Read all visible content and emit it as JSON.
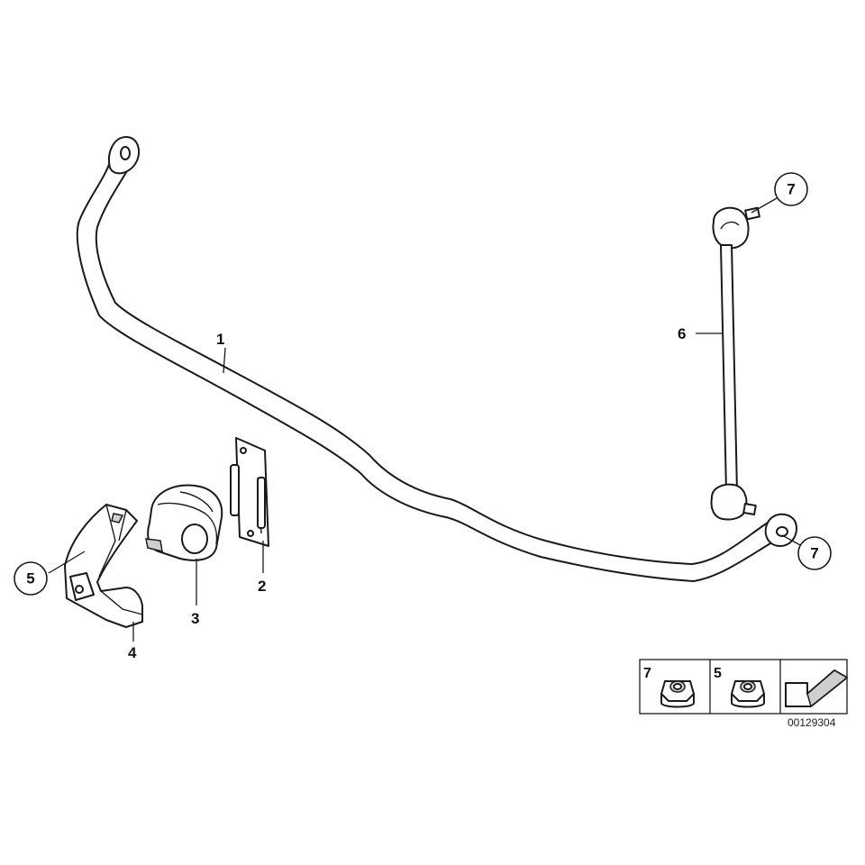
{
  "diagram": {
    "callouts": {
      "bar": "1",
      "shim": "2",
      "bushing": "3",
      "bracket": "4",
      "bracket_nut": "5",
      "link": "6",
      "link_top_nut": "7",
      "link_bottom_nut": "7"
    },
    "legend": {
      "items": [
        {
          "number": "7",
          "icon": "collar-nut-icon"
        },
        {
          "number": "5",
          "icon": "collar-nut-icon"
        }
      ],
      "direction_icon": "arrow-left-down-icon"
    },
    "diagram_id": "00129304",
    "colors": {
      "line": "#1a1a1a",
      "fill": "#ffffff",
      "shade": "#cfcfcf"
    }
  }
}
